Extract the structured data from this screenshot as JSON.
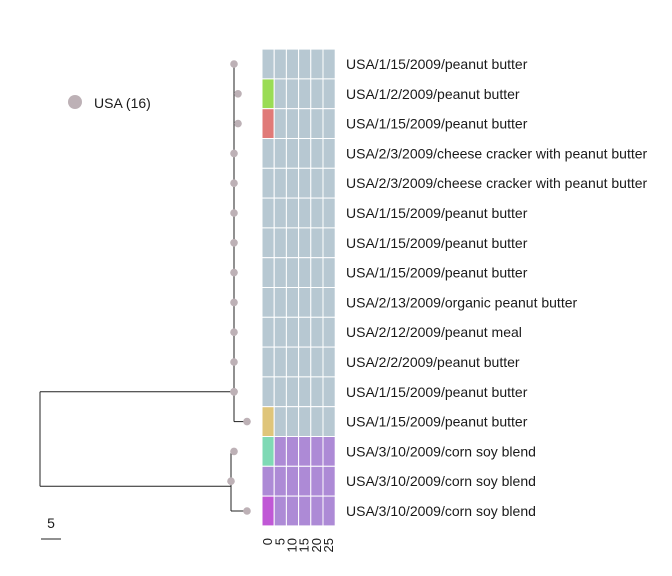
{
  "legend": {
    "label": "USA (16)",
    "color": "#bdb1b6"
  },
  "scale_bar": {
    "label": "5"
  },
  "colors": {
    "tree_line": "#222222",
    "node": "#bdb1b6",
    "cell_default": "#b7c8d2",
    "cell_purple": "#ad8ad6",
    "grid_line": "#ffffff"
  },
  "heatmap_columns": [
    "0",
    "5",
    "10",
    "15",
    "20",
    "25"
  ],
  "leaves": [
    {
      "label": "USA/1/15/2009/peanut butter",
      "first_cell_color": "#b7c8d2",
      "row_color": "#b7c8d2"
    },
    {
      "label": "USA/1/2/2009/peanut butter",
      "first_cell_color": "#9adc55",
      "row_color": "#b7c8d2"
    },
    {
      "label": "USA/1/15/2009/peanut butter",
      "first_cell_color": "#e07a78",
      "row_color": "#b7c8d2"
    },
    {
      "label": "USA/2/3/2009/cheese cracker with peanut butter",
      "first_cell_color": "#b7c8d2",
      "row_color": "#b7c8d2"
    },
    {
      "label": "USA/2/3/2009/cheese cracker with peanut butter",
      "first_cell_color": "#b7c8d2",
      "row_color": "#b7c8d2"
    },
    {
      "label": "USA/1/15/2009/peanut butter",
      "first_cell_color": "#b7c8d2",
      "row_color": "#b7c8d2"
    },
    {
      "label": "USA/1/15/2009/peanut butter",
      "first_cell_color": "#b7c8d2",
      "row_color": "#b7c8d2"
    },
    {
      "label": "USA/1/15/2009/peanut butter",
      "first_cell_color": "#b7c8d2",
      "row_color": "#b7c8d2"
    },
    {
      "label": "USA/2/13/2009/organic peanut butter",
      "first_cell_color": "#b7c8d2",
      "row_color": "#b7c8d2"
    },
    {
      "label": "USA/2/12/2009/peanut meal",
      "first_cell_color": "#b7c8d2",
      "row_color": "#b7c8d2"
    },
    {
      "label": "USA/2/2/2009/peanut butter",
      "first_cell_color": "#b7c8d2",
      "row_color": "#b7c8d2"
    },
    {
      "label": "USA/1/15/2009/peanut butter",
      "first_cell_color": "#b7c8d2",
      "row_color": "#b7c8d2"
    },
    {
      "label": "USA/1/15/2009/peanut butter",
      "first_cell_color": "#dfc57a",
      "row_color": "#b7c8d2"
    },
    {
      "label": "USA/3/10/2009/corn soy blend",
      "first_cell_color": "#7fd9b5",
      "row_color": "#ad8ad6"
    },
    {
      "label": "USA/3/10/2009/corn soy blend",
      "first_cell_color": "#ad8ad6",
      "row_color": "#ad8ad6"
    },
    {
      "label": "USA/3/10/2009/corn soy blend",
      "first_cell_color": "#c058d6",
      "row_color": "#ad8ad6"
    }
  ]
}
